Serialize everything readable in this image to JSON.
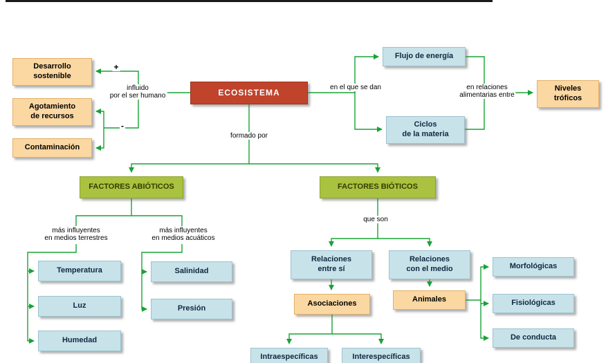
{
  "nodes": {
    "ecosistema": "ECOSISTEMA",
    "desarrollo": "Desarrollo\nsostenible",
    "agotamiento": "Agotamiento\nde recursos",
    "contaminacion": "Contaminación",
    "flujo": "Flujo de energía",
    "ciclos": "Ciclos\nde la materia",
    "niveles": "Niveles\ntróficos",
    "abioticos": "FACTORES ABIÓTICOS",
    "bioticos": "FACTORES BIÓTICOS",
    "temperatura": "Temperatura",
    "luz": "Luz",
    "humedad": "Humedad",
    "salinidad": "Salinidad",
    "presion": "Presión",
    "rel_entre_si": "Relaciones\nentre sí",
    "rel_con_medio": "Relaciones\ncon el medio",
    "asociaciones": "Asociaciones",
    "animales": "Animales",
    "intraespecificas": "Intraespecíficas",
    "interespecificas": "Interespecíficas",
    "morfologicas": "Morfológicas",
    "fisiologicas": "Fisiológicas",
    "de_conducta": "De conducta"
  },
  "edge_labels": {
    "influido": "influido\npor el ser humano",
    "plus": "+",
    "minus": "-",
    "en_el_que": "en el que se dan",
    "en_relaciones": "en relaciones\nalimentarias entre",
    "formado_por": "formado por",
    "mas_terrestres": "más influyentes\nen medios terrestres",
    "mas_acuaticos": "más influyentes\nen medios acuáticos",
    "que_son": "que son"
  },
  "colors": {
    "node_orange": "#FBD7A2",
    "node_blue": "#C7E2E9",
    "node_green": "#A9C23F",
    "node_red": "#C0432B",
    "connector_green": "#18A236",
    "top_rule": "#1A1A1A"
  }
}
